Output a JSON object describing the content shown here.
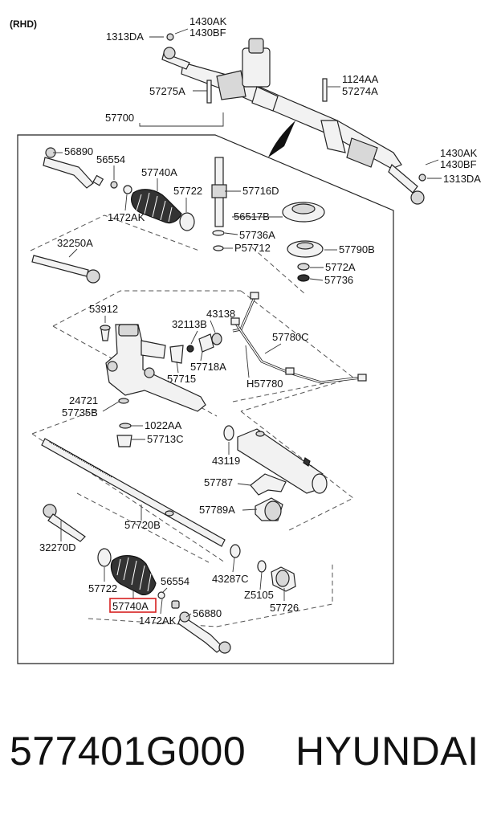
{
  "header": {
    "variant": "(RHD)"
  },
  "labels": {
    "p1430AK_top": "1430AK",
    "p1430BF_top": "1430BF",
    "p1313DA_top": "1313DA",
    "p57275A": "57275A",
    "p1124AA": "1124AA",
    "p57274A": "57274A",
    "p57700": "57700",
    "p1430AK_right": "1430AK",
    "p1430BF_right": "1430BF",
    "p1313DA_right": "1313DA",
    "p56890": "56890",
    "p56554_top": "56554",
    "p57740A_top": "57740A",
    "p57722_top": "57722",
    "p57716D": "57716D",
    "p1472AK_top": "1472AK",
    "p56517B": "56517B",
    "p57736A": "57736A",
    "pP57712": "P57712",
    "p32250A": "32250A",
    "p57790B": "57790B",
    "p5772A": "5772A",
    "p57736": "57736",
    "p53912": "53912",
    "p43138": "43138",
    "p32113B": "32113B",
    "p57780C": "57780C",
    "p57718A": "57718A",
    "p57715": "57715",
    "pH57780": "H57780",
    "p24721": "24721",
    "p57735B": "57735B",
    "p1022AA": "1022AA",
    "p57713C": "57713C",
    "p43119": "43119",
    "p57787": "57787",
    "p57789A": "57789A",
    "p57720B": "57720B",
    "p32270D": "32270D",
    "p57722_bot": "57722",
    "p56554_bot": "56554",
    "p43287C": "43287C",
    "pZ5105": "Z5105",
    "p57740A_bot": "57740A",
    "p1472AK_bot": "1472AK",
    "p56880": "56880",
    "p57726": "57726"
  },
  "highlight": {
    "color": "#d62020"
  },
  "footer": {
    "part_number": "577401G000",
    "brand": "HYUNDAI"
  }
}
